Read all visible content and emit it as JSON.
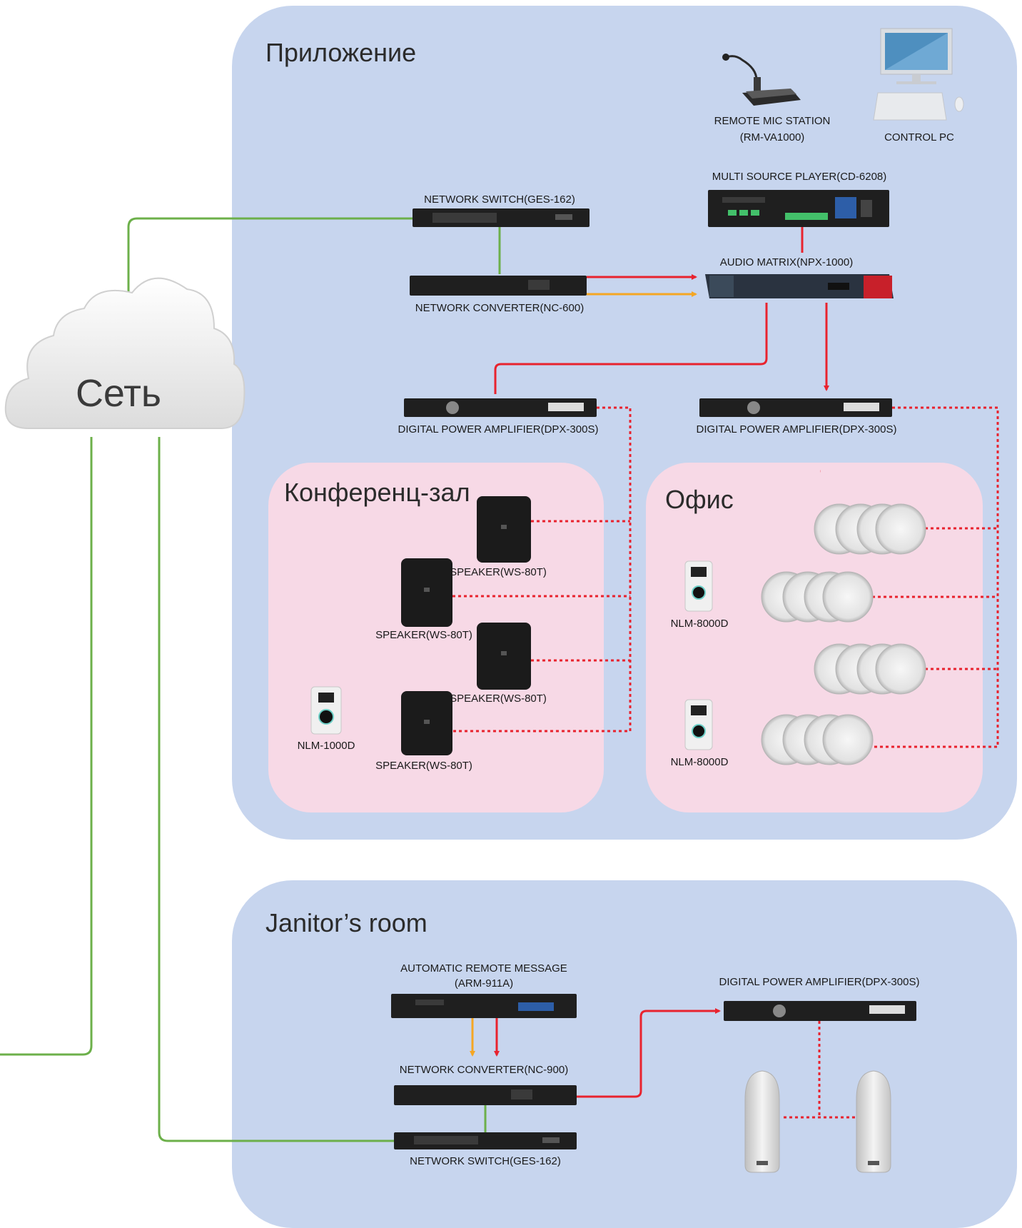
{
  "zones": {
    "application": "Приложение",
    "conference": "Конференц-зал",
    "office": "Офис",
    "janitor": "Janitor’s room"
  },
  "network": {
    "label": "Сеть"
  },
  "devices": {
    "remote_mic": [
      "REMOTE MIC STATION",
      "(RM-VA1000)"
    ],
    "control_pc": "CONTROL PC",
    "multi_source_player": "MULTI SOURCE PLAYER(CD-6208)",
    "network_switch_top": "NETWORK SWITCH(GES-162)",
    "audio_matrix": "AUDIO MATRIX(NPX-1000)",
    "network_converter_top": "NETWORK CONVERTER(NC-600)",
    "amp_left": "DIGITAL POWER AMPLIFIER(DPX-300S)",
    "amp_right": "DIGITAL POWER AMPLIFIER(DPX-300S)",
    "speaker_1": "SPEAKER(WS-80T)",
    "speaker_2": "SPEAKER(WS-80T)",
    "speaker_3": "SPEAKER(WS-80T)",
    "speaker_4": "SPEAKER(WS-80T)",
    "nlm_conf": "NLM-1000D",
    "nlm_office_1": "NLM-8000D",
    "nlm_office_2": "NLM-8000D",
    "arm": [
      "AUTOMATIC REMOTE MESSAGE",
      "(ARM-911A)"
    ],
    "amp_janitor": "DIGITAL POWER AMPLIFIER(DPX-300S)",
    "network_converter_janitor": "NETWORK CONVERTER(NC-900)",
    "network_switch_janitor": "NETWORK SWITCH(GES-162)"
  },
  "colors": {
    "zone_blue": "#c7d5ee",
    "zone_pink": "#f7d9e6",
    "net_line": "#6cb04a",
    "audio_red": "#e8232e",
    "control_orange": "#f5a623",
    "device_dark": "#1f1f1f"
  }
}
